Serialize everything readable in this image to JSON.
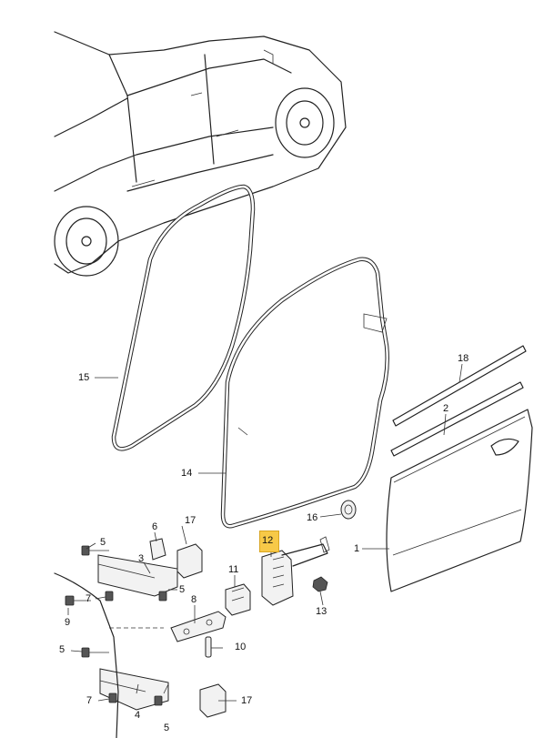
{
  "diagram": {
    "callouts": [
      {
        "id": "c1",
        "text": "1"
      },
      {
        "id": "c2",
        "text": "2"
      },
      {
        "id": "c3",
        "text": "3"
      },
      {
        "id": "c4",
        "text": "4"
      },
      {
        "id": "c5a",
        "text": "5"
      },
      {
        "id": "c5b",
        "text": "5"
      },
      {
        "id": "c5c",
        "text": "5"
      },
      {
        "id": "c5d",
        "text": "5"
      },
      {
        "id": "c6",
        "text": "6"
      },
      {
        "id": "c7a",
        "text": "7"
      },
      {
        "id": "c7b",
        "text": "7"
      },
      {
        "id": "c8",
        "text": "8"
      },
      {
        "id": "c9",
        "text": "9"
      },
      {
        "id": "c10",
        "text": "10"
      },
      {
        "id": "c11",
        "text": "11"
      },
      {
        "id": "c12",
        "text": "12"
      },
      {
        "id": "c13",
        "text": "13"
      },
      {
        "id": "c14",
        "text": "14"
      },
      {
        "id": "c15",
        "text": "15"
      },
      {
        "id": "c16",
        "text": "16"
      },
      {
        "id": "c17a",
        "text": "17"
      },
      {
        "id": "c17b",
        "text": "17"
      },
      {
        "id": "c18",
        "text": "18"
      }
    ],
    "highlight_color": "#f7c948"
  }
}
